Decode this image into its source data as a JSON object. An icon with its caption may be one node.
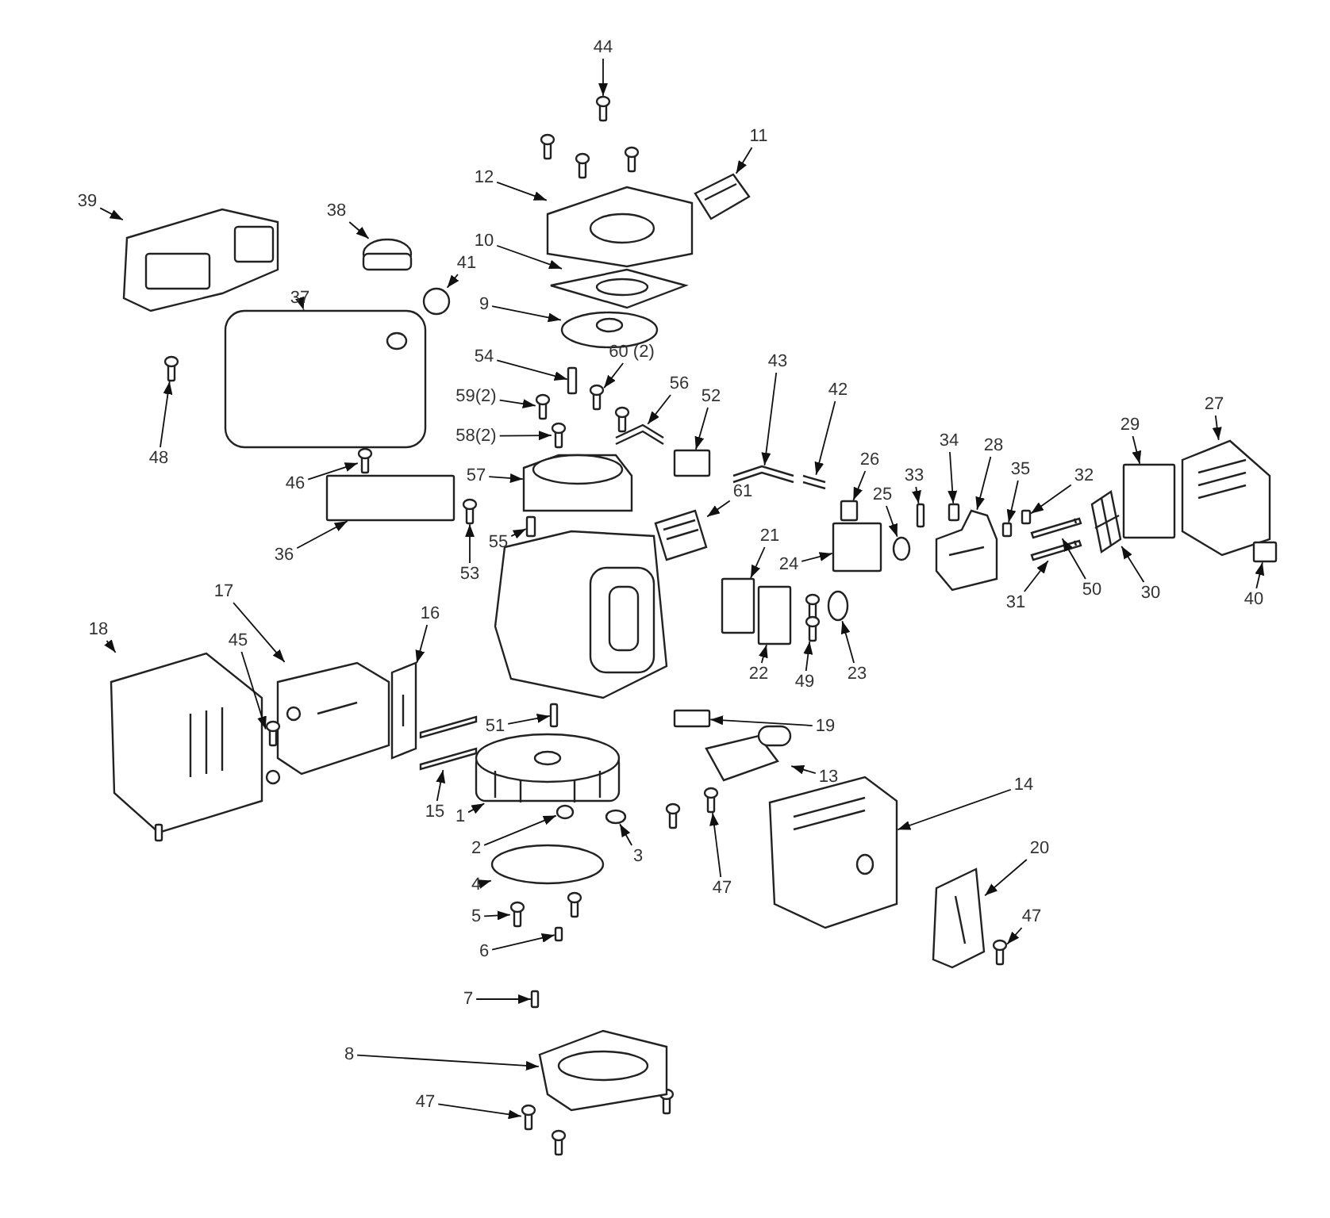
{
  "diagram": {
    "nodes": [
      {
        "text": [
          "44"
        ]
      },
      {
        "text": [
          "11"
        ]
      },
      {
        "text": [
          "12"
        ]
      },
      {
        "text": [
          "39"
        ]
      },
      {
        "text": [
          "38"
        ]
      },
      {
        "text": [
          "10"
        ]
      },
      {
        "text": [
          "9"
        ]
      },
      {
        "text": [
          "37"
        ]
      },
      {
        "text": [
          "41"
        ]
      },
      {
        "text": [
          "54"
        ]
      },
      {
        "text": [
          "60 (2)"
        ]
      },
      {
        "text": [
          "59(2)"
        ]
      },
      {
        "text": [
          "56"
        ]
      },
      {
        "text": [
          "52"
        ]
      },
      {
        "text": [
          "43"
        ]
      },
      {
        "text": [
          "42"
        ]
      },
      {
        "text": [
          "58(2)"
        ]
      },
      {
        "text": [
          "27"
        ]
      },
      {
        "text": [
          "29"
        ]
      },
      {
        "text": [
          "34"
        ]
      },
      {
        "text": [
          "28"
        ]
      },
      {
        "text": [
          "26"
        ]
      },
      {
        "text": [
          "48"
        ]
      },
      {
        "text": [
          "46"
        ]
      },
      {
        "text": [
          "57"
        ]
      },
      {
        "text": [
          "35"
        ]
      },
      {
        "text": [
          "32"
        ]
      },
      {
        "text": [
          "33"
        ]
      },
      {
        "text": [
          "25"
        ]
      },
      {
        "text": [
          "61"
        ]
      },
      {
        "text": [
          "21"
        ]
      },
      {
        "text": [
          "36"
        ]
      },
      {
        "text": [
          "53"
        ]
      },
      {
        "text": [
          "55"
        ]
      },
      {
        "text": [
          "24"
        ]
      },
      {
        "text": [
          "30"
        ]
      },
      {
        "text": [
          "31"
        ]
      },
      {
        "text": [
          "50"
        ]
      },
      {
        "text": [
          "40"
        ]
      },
      {
        "text": [
          "18"
        ]
      },
      {
        "text": [
          "17"
        ]
      },
      {
        "text": [
          "16"
        ]
      },
      {
        "text": [
          "22"
        ]
      },
      {
        "text": [
          "49"
        ]
      },
      {
        "text": [
          "23"
        ]
      },
      {
        "text": [
          "45"
        ]
      },
      {
        "text": [
          "19"
        ]
      },
      {
        "text": [
          "51"
        ]
      },
      {
        "text": [
          "13"
        ]
      },
      {
        "text": [
          "15"
        ]
      },
      {
        "text": [
          "1"
        ]
      },
      {
        "text": [
          "14"
        ]
      },
      {
        "text": [
          "2"
        ]
      },
      {
        "text": [
          "3"
        ]
      },
      {
        "text": [
          "4"
        ]
      },
      {
        "text": [
          "47"
        ]
      },
      {
        "text": [
          "20"
        ]
      },
      {
        "text": [
          "5"
        ]
      },
      {
        "text": [
          "6"
        ]
      },
      {
        "text": [
          "47"
        ]
      },
      {
        "text": [
          "7"
        ]
      },
      {
        "text": [
          "8"
        ]
      },
      {
        "text": [
          "47"
        ]
      },
      {
        "text": [],
        "shape": "picture"
      },
      {
        "text": [],
        "shape": "picture"
      },
      {
        "text": [],
        "shape": "picture"
      },
      {
        "text": [],
        "shape": "picture"
      },
      {
        "text": [],
        "shape": "picture"
      },
      {
        "text": [],
        "shape": "picture"
      },
      {
        "text": [],
        "shape": "picture"
      },
      {
        "text": [],
        "shape": "picture"
      },
      {
        "text": [],
        "shape": "circle"
      },
      {
        "text": [],
        "shape": "box"
      },
      {
        "text": [],
        "shape": "picture"
      },
      {
        "text": [],
        "shape": "picture"
      },
      {
        "text": [],
        "shape": "picture"
      },
      {
        "text": [],
        "shape": "box"
      },
      {
        "text": [],
        "shape": "picture"
      },
      {
        "text": [],
        "shape": "picture"
      },
      {
        "text": [],
        "shape": "picture"
      },
      {
        "text": [],
        "shape": "picture"
      },
      {
        "text": [],
        "shape": "box"
      },
      {
        "text": [],
        "shape": "box"
      },
      {
        "text": [],
        "shape": "picture"
      },
      {
        "text": [],
        "shape": "box"
      },
      {
        "text": [],
        "shape": "picture"
      },
      {
        "text": [],
        "shape": "picture"
      },
      {
        "text": [],
        "shape": "picture"
      },
      {
        "text": [],
        "shape": "box"
      },
      {
        "text": [],
        "shape": "box"
      },
      {
        "text": [],
        "shape": "box"
      },
      {
        "text": [],
        "shape": "circle"
      },
      {
        "text": [],
        "shape": "picture"
      },
      {
        "text": [],
        "shape": "box"
      },
      {
        "text": [],
        "shape": "box"
      },
      {
        "text": [],
        "shape": "picture"
      },
      {
        "text": [],
        "shape": "box"
      },
      {
        "text": [],
        "shape": "box"
      },
      {
        "text": [],
        "shape": "picture"
      },
      {
        "text": [],
        "shape": "picture"
      },
      {
        "text": [],
        "shape": "picture"
      },
      {
        "text": [],
        "shape": "box"
      },
      {
        "text": [],
        "shape": "picture"
      },
      {
        "text": [],
        "shape": "picture"
      },
      {
        "text": [],
        "shape": "picture"
      },
      {
        "text": [],
        "shape": "box"
      },
      {
        "text": [],
        "shape": "picture"
      },
      {
        "text": [],
        "shape": "circle"
      },
      {
        "text": [],
        "shape": "picture"
      },
      {
        "text": [],
        "shape": "box"
      },
      {
        "text": [],
        "shape": "box"
      },
      {
        "text": [],
        "shape": "picture"
      },
      {
        "text": [],
        "shape": "picture"
      },
      {
        "text": [],
        "shape": "picture"
      },
      {
        "text": [],
        "shape": "picture"
      },
      {
        "text": [],
        "shape": "circle"
      },
      {
        "text": [],
        "shape": "circle"
      },
      {
        "text": [],
        "shape": "circle"
      },
      {
        "text": [],
        "shape": "picture"
      },
      {
        "text": [],
        "shape": "picture"
      },
      {
        "text": [],
        "shape": "picture"
      },
      {
        "text": [],
        "shape": "box"
      },
      {
        "text": [],
        "shape": "picture"
      },
      {
        "text": [],
        "shape": "box"
      },
      {
        "text": [],
        "shape": "picture"
      },
      {
        "text": [],
        "shape": "picture"
      }
    ],
    "edges": [
      {
        "from": 0,
        "to": 63,
        "arrow": "to"
      },
      {
        "from": 1,
        "to": 64,
        "arrow": "to"
      },
      {
        "from": 2,
        "to": 65,
        "arrow": "to"
      },
      {
        "from": 3,
        "to": 66,
        "arrow": "to"
      },
      {
        "from": 4,
        "to": 67,
        "arrow": "to"
      },
      {
        "from": 5,
        "to": 68,
        "arrow": "to"
      },
      {
        "from": 6,
        "to": 69,
        "arrow": "to"
      },
      {
        "from": 7,
        "to": 70,
        "arrow": "to"
      },
      {
        "from": 8,
        "to": 71,
        "arrow": "to"
      },
      {
        "from": 9,
        "to": 72,
        "arrow": "to"
      },
      {
        "from": 10,
        "to": 73,
        "arrow": "to"
      },
      {
        "from": 11,
        "to": 74,
        "arrow": "to"
      },
      {
        "from": 12,
        "to": 75,
        "arrow": "to"
      },
      {
        "from": 13,
        "to": 76,
        "arrow": "to"
      },
      {
        "from": 14,
        "to": 77,
        "arrow": "to"
      },
      {
        "from": 15,
        "to": 78,
        "arrow": "to"
      },
      {
        "from": 16,
        "to": 79,
        "arrow": "to"
      },
      {
        "from": 17,
        "to": 80,
        "arrow": "to"
      },
      {
        "from": 18,
        "to": 81,
        "arrow": "to"
      },
      {
        "from": 19,
        "to": 82,
        "arrow": "to"
      },
      {
        "from": 20,
        "to": 83,
        "arrow": "to"
      },
      {
        "from": 21,
        "to": 84,
        "arrow": "to"
      },
      {
        "from": 22,
        "to": 85,
        "arrow": "to"
      },
      {
        "from": 23,
        "to": 86,
        "arrow": "to"
      },
      {
        "from": 24,
        "to": 87,
        "arrow": "to"
      },
      {
        "from": 25,
        "to": 88,
        "arrow": "to"
      },
      {
        "from": 26,
        "to": 89,
        "arrow": "to"
      },
      {
        "from": 27,
        "to": 90,
        "arrow": "to"
      },
      {
        "from": 28,
        "to": 91,
        "arrow": "to"
      },
      {
        "from": 29,
        "to": 92,
        "arrow": "to"
      },
      {
        "from": 30,
        "to": 93,
        "arrow": "to"
      },
      {
        "from": 31,
        "to": 94,
        "arrow": "to"
      },
      {
        "from": 32,
        "to": 95,
        "arrow": "to"
      },
      {
        "from": 33,
        "to": 96,
        "arrow": "to"
      },
      {
        "from": 34,
        "to": 97,
        "arrow": "to"
      },
      {
        "from": 35,
        "to": 98,
        "arrow": "to"
      },
      {
        "from": 36,
        "to": 99,
        "arrow": "to"
      },
      {
        "from": 37,
        "to": 100,
        "arrow": "to"
      },
      {
        "from": 38,
        "to": 101,
        "arrow": "to"
      },
      {
        "from": 39,
        "to": 102,
        "arrow": "to"
      },
      {
        "from": 40,
        "to": 103,
        "arrow": "to"
      },
      {
        "from": 41,
        "to": 104,
        "arrow": "to"
      },
      {
        "from": 42,
        "to": 105,
        "arrow": "to"
      },
      {
        "from": 43,
        "to": 106,
        "arrow": "to"
      },
      {
        "from": 44,
        "to": 107,
        "arrow": "to"
      },
      {
        "from": 45,
        "to": 108,
        "arrow": "to"
      },
      {
        "from": 46,
        "to": 109,
        "arrow": "to"
      },
      {
        "from": 47,
        "to": 110,
        "arrow": "to"
      },
      {
        "from": 48,
        "to": 111,
        "arrow": "to"
      },
      {
        "from": 49,
        "to": 112,
        "arrow": "to"
      },
      {
        "from": 50,
        "to": 113,
        "arrow": "to"
      },
      {
        "from": 51,
        "to": 114,
        "arrow": "to"
      },
      {
        "from": 52,
        "to": 115,
        "arrow": "to"
      },
      {
        "from": 53,
        "to": 116,
        "arrow": "to"
      },
      {
        "from": 54,
        "to": 117,
        "arrow": "to"
      },
      {
        "from": 55,
        "to": 118,
        "arrow": "to"
      },
      {
        "from": 56,
        "to": 119,
        "arrow": "to"
      },
      {
        "from": 57,
        "to": 120,
        "arrow": "to"
      },
      {
        "from": 58,
        "to": 121,
        "arrow": "to"
      },
      {
        "from": 59,
        "to": 122,
        "arrow": "to"
      },
      {
        "from": 60,
        "to": 123,
        "arrow": "to"
      },
      {
        "from": 61,
        "to": 124,
        "arrow": "to"
      },
      {
        "from": 62,
        "to": 125,
        "arrow": "to"
      }
    ]
  }
}
